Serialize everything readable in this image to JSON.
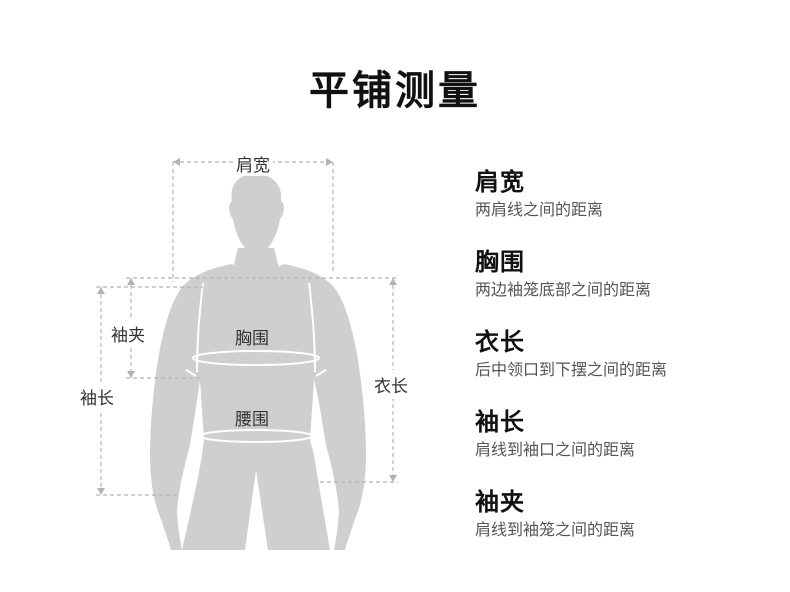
{
  "page": {
    "title": "平铺测量"
  },
  "figure": {
    "labels": {
      "shoulder": "肩宽",
      "chest": "胸围",
      "waist": "腰围",
      "armhole": "袖夹",
      "sleeve": "袖长",
      "length": "衣长"
    },
    "colors": {
      "body_fill": "#cfcfcf",
      "dashed_line": "#b3b3b3",
      "outline": "#ffffff"
    }
  },
  "legend": [
    {
      "term": "肩宽",
      "desc": "两肩线之间的距离"
    },
    {
      "term": "胸围",
      "desc": "两边袖笼底部之间的距离"
    },
    {
      "term": "衣长",
      "desc": "后中领口到下摆之间的距离"
    },
    {
      "term": "袖长",
      "desc": "肩线到袖口之间的距离"
    },
    {
      "term": "袖夹",
      "desc": "肩线到袖笼之间的距离"
    }
  ]
}
